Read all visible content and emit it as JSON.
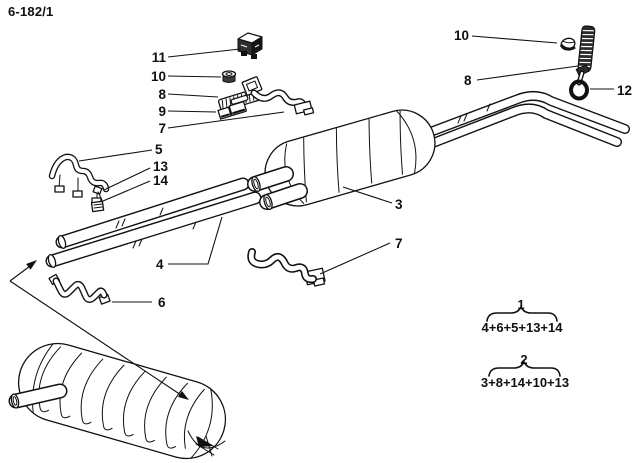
{
  "figure": {
    "code": "6-182/1"
  },
  "callouts": {
    "n11": "11",
    "n10_top": "10",
    "n8_top": "8",
    "n9": "9",
    "n7_top": "7",
    "n5": "5",
    "n13": "13",
    "n14": "14",
    "n4": "4",
    "n6": "6",
    "n3": "3",
    "n7_bottom": "7",
    "n10_right": "10",
    "n8_right": "8",
    "n12": "12"
  },
  "groups": [
    {
      "number": "1",
      "formula": "4+6+5+13+14"
    },
    {
      "number": "2",
      "formula": "3+8+14+10+13"
    }
  ]
}
